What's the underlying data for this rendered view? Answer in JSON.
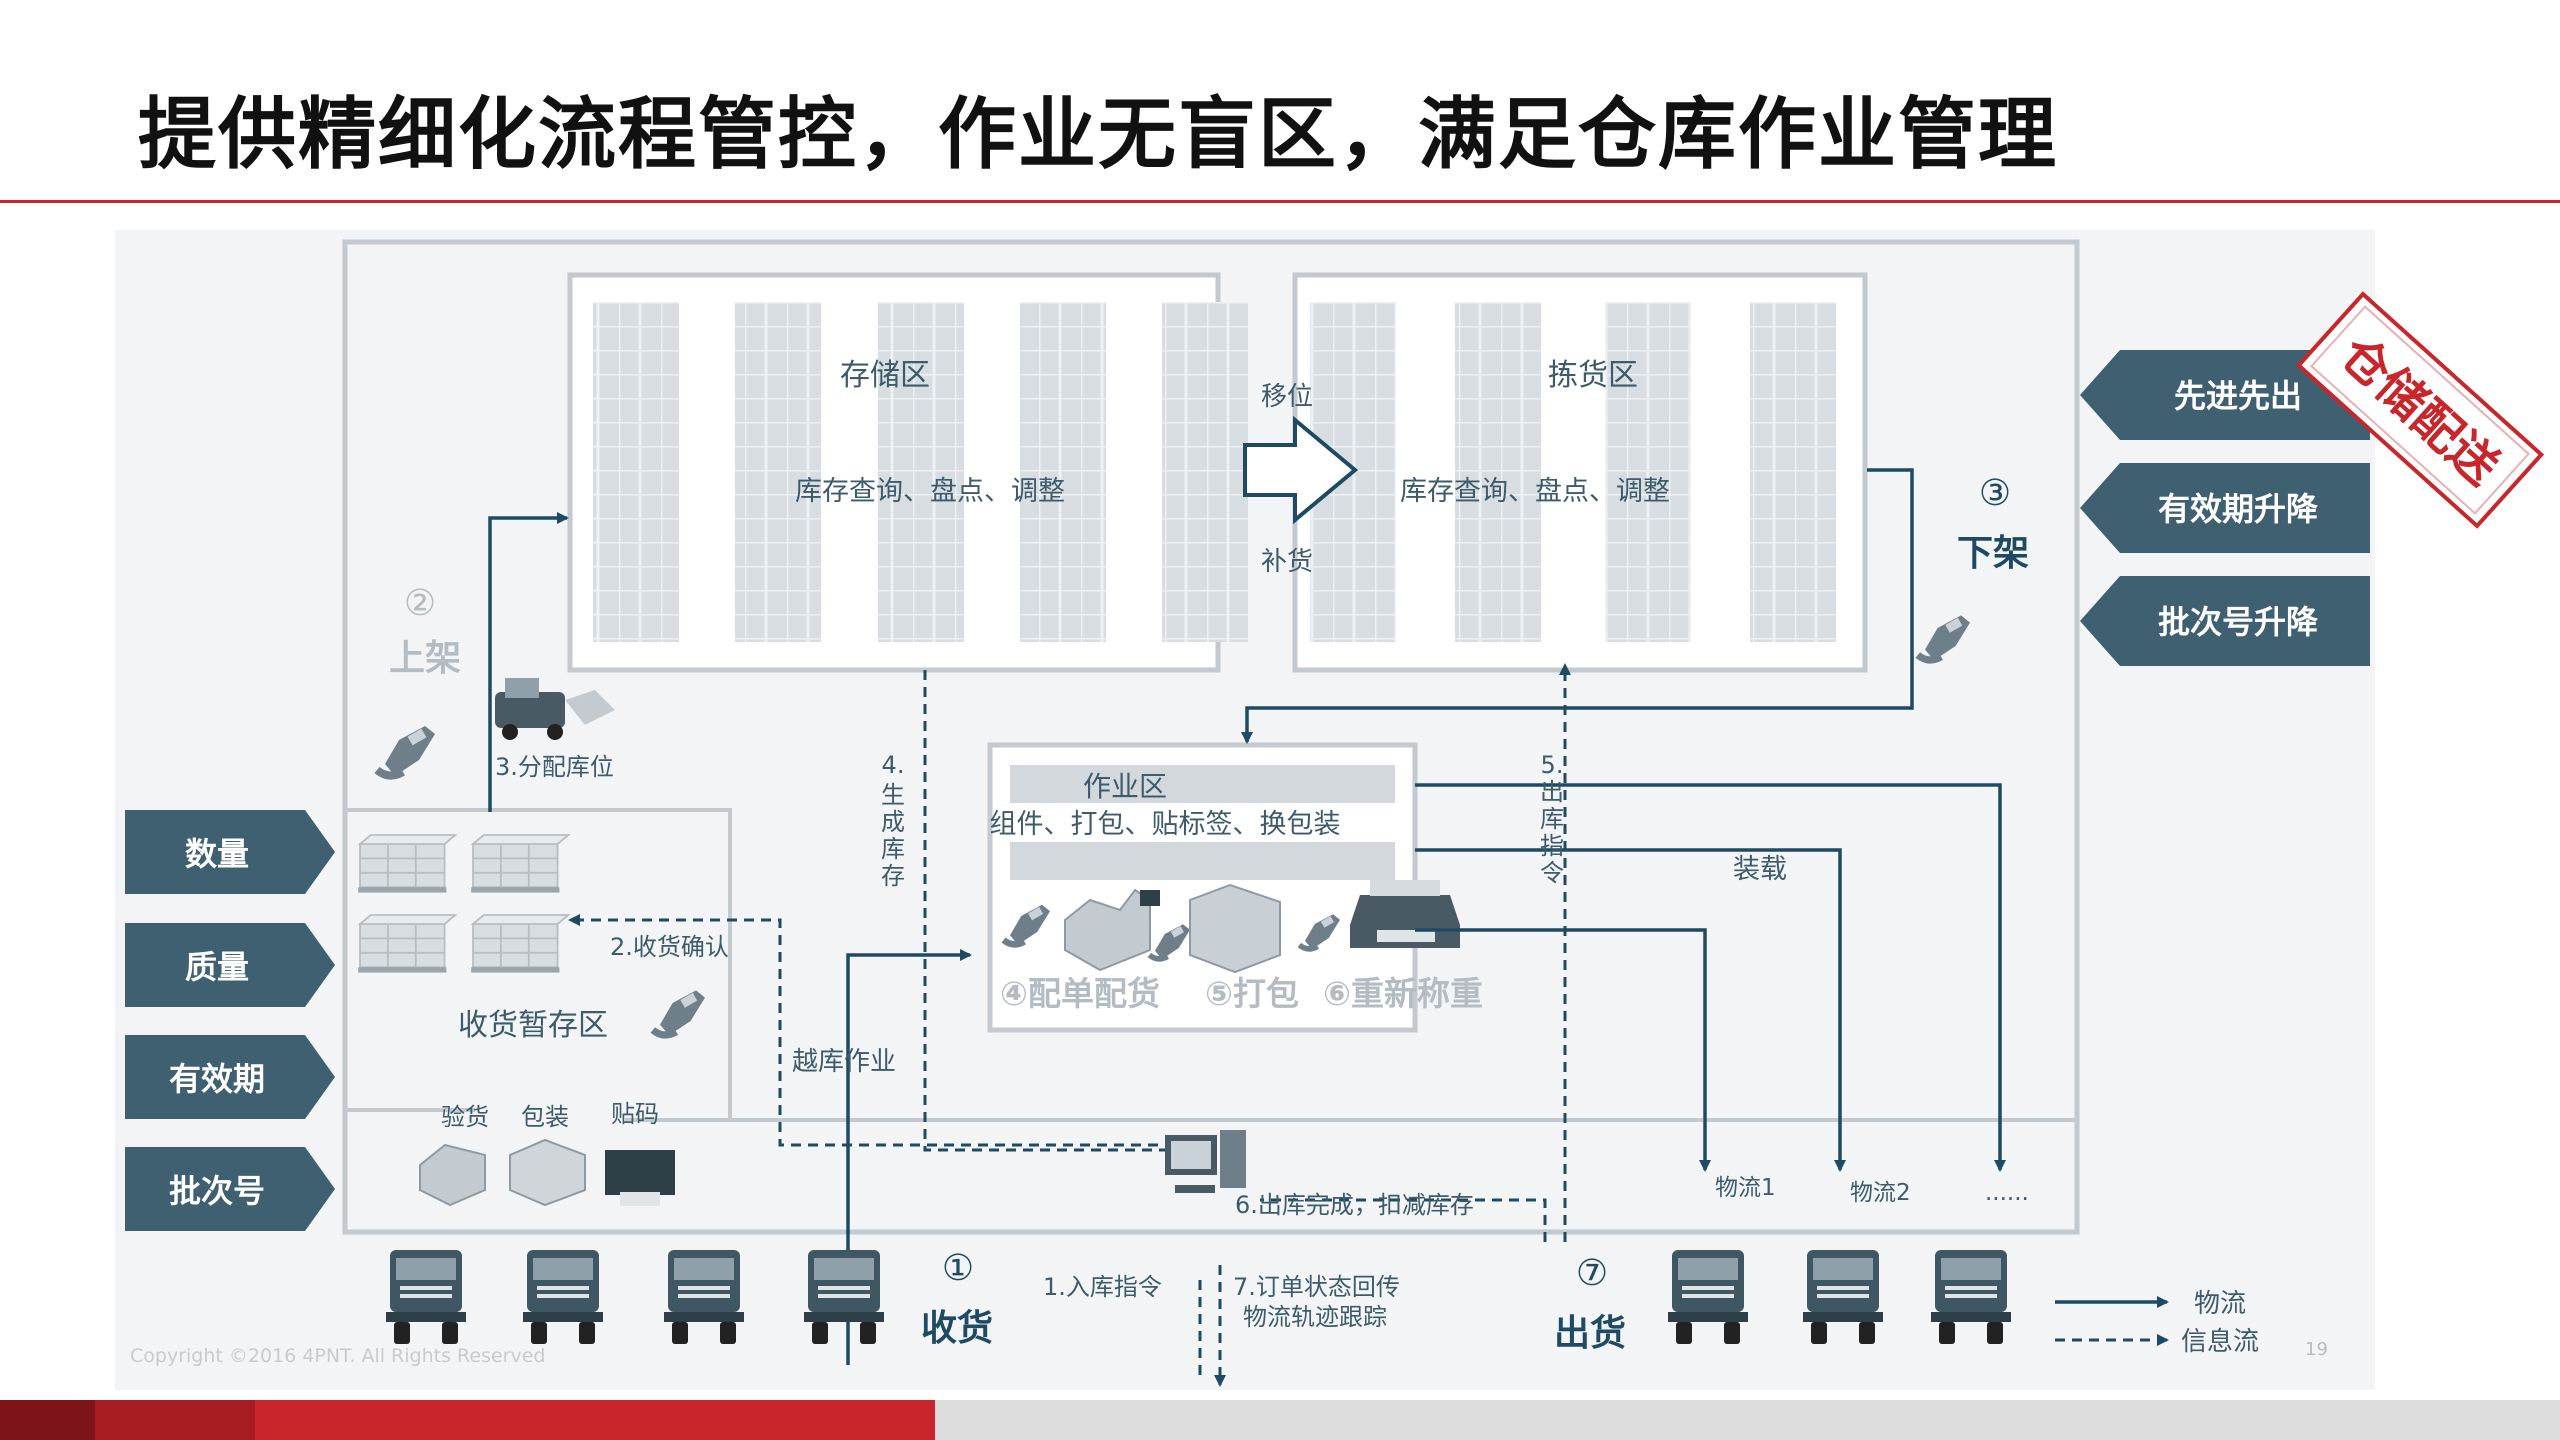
{
  "title": "提供精细化流程管控，作业无盲区，满足仓库作业管理",
  "zones": {
    "storage": {
      "name": "存储区",
      "desc": "库存查询、盘点、调整"
    },
    "picking": {
      "name": "拣货区",
      "desc": "库存查询、盘点、调整"
    },
    "work": {
      "name": "作业区",
      "desc": "组件、打包、贴标签、换包装"
    },
    "receiving": {
      "name": "收货暂存区"
    }
  },
  "transfer": {
    "move": "移位",
    "replenish": "补货"
  },
  "steps": {
    "s1_num": "①",
    "s1": "收货",
    "s2_num": "②",
    "s2": "上架",
    "s3_num": "③",
    "s3": "下架",
    "s7_num": "⑦",
    "s7": "出货",
    "s4": "④配单配货",
    "s5": "⑤打包",
    "s6": "⑥重新称重"
  },
  "flow_labels": {
    "f1": "1.入库指令",
    "f2": "2.收货确认",
    "f3": "3.分配库位",
    "f4": [
      "4.",
      "生",
      "成",
      "库",
      "存"
    ],
    "f5": [
      "5.",
      "出",
      "库",
      "指",
      "令"
    ],
    "f6": "6.出库完成，扣减库存",
    "f7a": "7.订单状态回传",
    "f7b": "物流轨迹跟踪",
    "cross_dock": "越库作业",
    "loading": "装载",
    "logistics1": "物流1",
    "logistics2": "物流2",
    "more": "......"
  },
  "inspect_items": [
    "验货",
    "包装",
    "贴码"
  ],
  "left_tags": [
    "数量",
    "质量",
    "有效期",
    "批次号"
  ],
  "right_tags": [
    "先进先出",
    "有效期升降",
    "批次号升降"
  ],
  "stamp": "仓储配送",
  "legend": {
    "physical": "物流",
    "info": "信息流"
  },
  "copyright": "Copyright ©2016 4PNT. All Rights Reserved",
  "page_num": "19",
  "colors": {
    "accent_red": "#c8262b",
    "tag_teal": "#3f6070",
    "line": "#1f4a63",
    "frame": "#c2c9cf"
  }
}
